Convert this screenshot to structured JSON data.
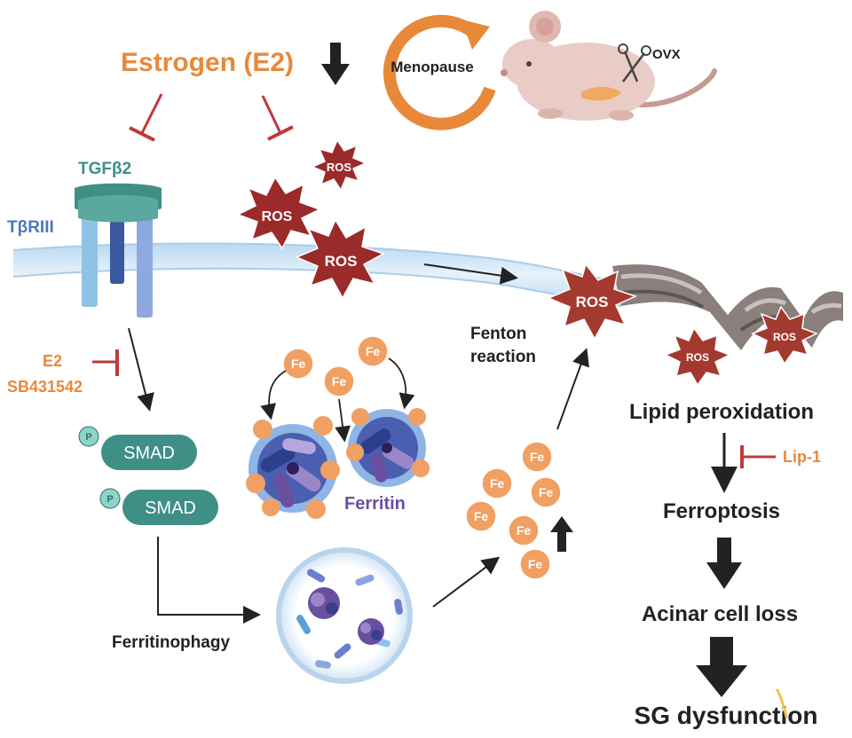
{
  "labels": {
    "estrogen": "Estrogen (E2)",
    "menopause": "Menopause",
    "ovx": "OVX",
    "tgfb2": "TGFβ2",
    "tbriii": "TβRIII",
    "e2_inhibitor": "E2",
    "sb431542": "SB431542",
    "smad": "SMAD",
    "phospho": "P",
    "fe": "Fe",
    "ros": "ROS",
    "ferritin": "Ferritin",
    "ferritinophagy": "Ferritinophagy",
    "fenton_line1": "Fenton",
    "fenton_line2": "reaction",
    "lipid_peroxidation": "Lipid peroxidation",
    "lip1": "Lip-1",
    "ferroptosis": "Ferroptosis",
    "acinar_cell_loss": "Acinar cell loss",
    "sg_dysfunction": "SG dysfunction"
  },
  "colors": {
    "orange": "#e8893a",
    "inhibit_red": "#c0393b",
    "teal": "#3b8f8a",
    "teal_light": "#8ed3c8",
    "ros_fill": "#9b2a2a",
    "membrane": "#cfe5f6",
    "ferritin_purple": "#6a4fa0",
    "tbriii_blue": "#4f77b8",
    "arrow_dark": "#222222"
  }
}
